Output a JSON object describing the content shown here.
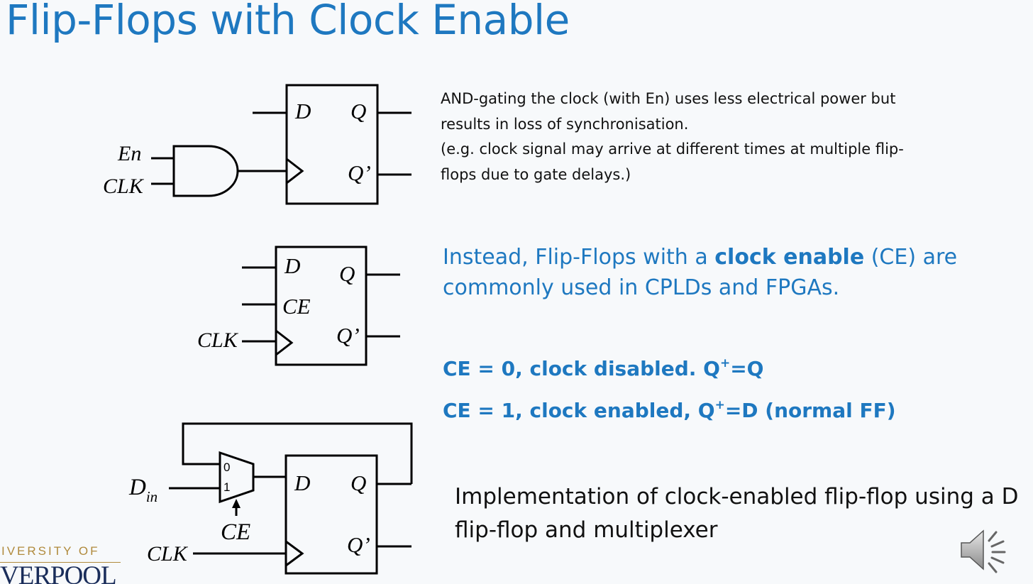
{
  "title": "Flip-Flops with Clock Enable",
  "para1": {
    "line1": "AND-gating the clock (with En) uses less electrical power but",
    "line2": "results in loss of synchronisation.",
    "line3": "(e.g. clock signal may arrive at different times at multiple flip-",
    "line4": "flops due to gate delays.)"
  },
  "para2": {
    "pre": "Instead, Flip-Flops with a ",
    "bold": "clock enable",
    "post": " (CE) are",
    "line2": "commonly used in CPLDs and FPGAs."
  },
  "ce0": {
    "pre": "CE = 0, clock disabled. Q",
    "sup": "+",
    "post": "=Q"
  },
  "ce1": {
    "pre": "CE = 1, clock enabled, Q",
    "sup": "+",
    "post": "=D (normal FF)"
  },
  "para3": {
    "line1": "Implementation of clock-enabled flip-flop using a D",
    "line2": "flip-flop and multiplexer"
  },
  "diagram1": {
    "d": "D",
    "q": "Q",
    "qbar": "Q’",
    "en": "En",
    "clk": "CLK"
  },
  "diagram2": {
    "d": "D",
    "ce": "CE",
    "q": "Q",
    "qbar": "Q’",
    "clk": "CLK"
  },
  "diagram3": {
    "mux0": "0",
    "mux1": "1",
    "din": "D",
    "din_sub": "in",
    "ce": "CE",
    "clk": "CLK",
    "d": "D",
    "q": "Q",
    "qbar": "Q’"
  },
  "logo": {
    "line1": "IVERSITY OF",
    "line2": "VERPOOL"
  },
  "icons": {
    "speaker": "speaker-icon"
  },
  "colors": {
    "accent": "#1e78c0",
    "text": "#111111",
    "logo_gold": "#b08a3c",
    "logo_navy": "#1a2d5a"
  }
}
